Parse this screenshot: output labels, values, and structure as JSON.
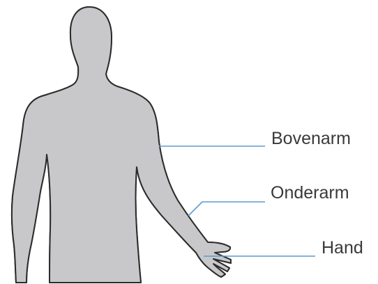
{
  "colors": {
    "body_fill": "#c8c8ca",
    "body_outline": "#2b2b2b",
    "region_fill": "#6aa6d6",
    "leader_line": "#5b9bd0",
    "label_text": "#3a3a3a"
  },
  "labels": {
    "upper_arm": "Bovenarm",
    "forearm": "Onderarm",
    "hand": "Hand"
  }
}
